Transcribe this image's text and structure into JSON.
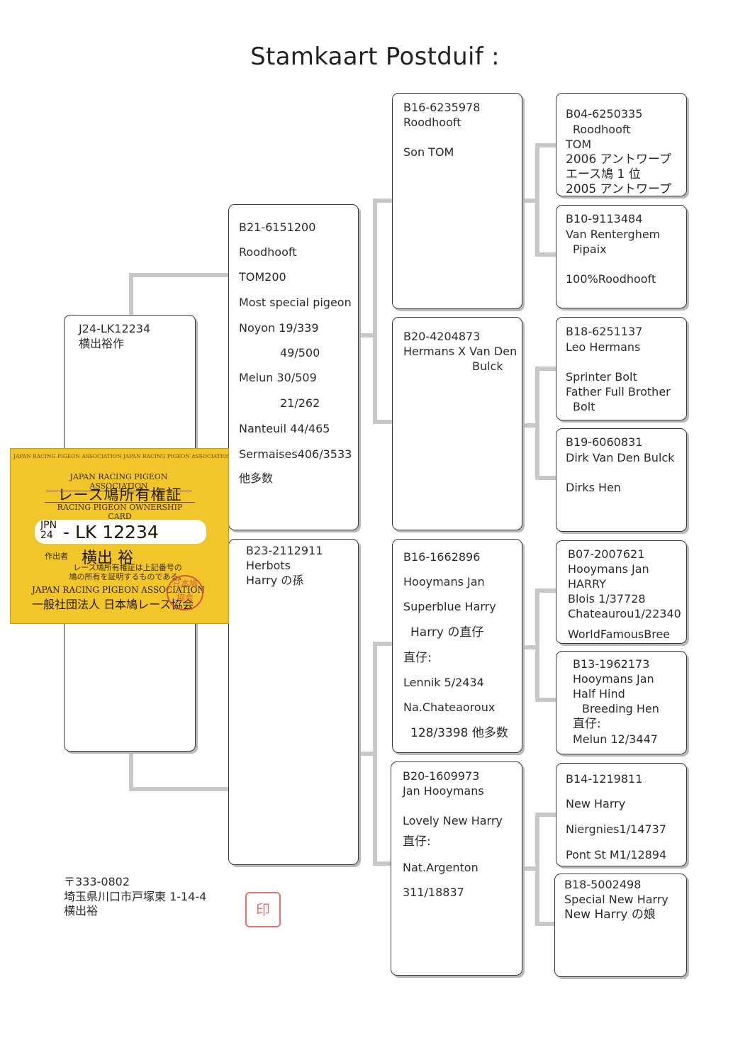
{
  "title": "Stamkaart Postduif :",
  "pigeon": {
    "lines": [
      "J24-LK12234",
      "横出裕作"
    ]
  },
  "sire": {
    "lines": [
      "B21-6151200",
      "Roodhooft",
      "TOM200",
      "Most special pigeon",
      "Noyon 19/339",
      "49/500",
      "Melun 30/509",
      "21/262",
      "Nanteuil 44/465",
      "Sermaises406/3533",
      "他多数"
    ]
  },
  "dam": {
    "lines": [
      "B23-2112911",
      "Herbots",
      "Harry の孫"
    ]
  },
  "ss": {
    "lines": [
      "B16-6235978",
      "Roodhooft",
      "Son TOM"
    ]
  },
  "sd": {
    "lines": [
      "B20-4204873",
      "Hermans X Van Den",
      "Bulck"
    ]
  },
  "ds": {
    "lines": [
      "B16-1662896",
      "Hooymans Jan",
      "Superblue Harry",
      "Harry の直仔",
      "直仔:",
      "Lennik 5/2434",
      "Na.Chateaoroux",
      "128/3398 他多数"
    ]
  },
  "dd": {
    "lines": [
      "B20-1609973",
      "Jan Hooymans",
      "Lovely New Harry",
      "直仔:",
      "Nat.Argenton",
      "311/18837"
    ]
  },
  "sss": {
    "lines": [
      "B04-6250335",
      "Roodhooft",
      "TOM",
      "2006 アントワープ",
      "エース鳩 1 位",
      "2005 アントワープ"
    ]
  },
  "ssd": {
    "lines": [
      "B10-9113484",
      "Van Renterghem",
      "Pipaix",
      "100%Roodhooft"
    ]
  },
  "sds": {
    "lines": [
      "B18-6251137",
      "Leo Hermans",
      "Sprinter Bolt",
      "Father Full Brother",
      "Bolt"
    ]
  },
  "sdd": {
    "lines": [
      "B19-6060831",
      "Dirk Van Den Bulck",
      "Dirks Hen"
    ]
  },
  "dss": {
    "lines": [
      "B07-2007621",
      "Hooymans Jan",
      "HARRY",
      "Blois 1/37728",
      "Chateaurou1/22340",
      "WorldFamousBree"
    ]
  },
  "dsd": {
    "lines": [
      "B13-1962173",
      "Hooymans Jan",
      "Half Hind",
      "Breeding Hen",
      "直仔:",
      "Melun 12/3447"
    ]
  },
  "dds": {
    "lines": [
      "B14-1219811",
      "New Harry",
      "Niergnies1/14737",
      "Pont St M1/12894"
    ]
  },
  "ddd": {
    "lines": [
      "B18-5002498",
      "Special New Harry",
      "New Harry の娘"
    ]
  },
  "address": {
    "postal": "〒333-0802",
    "street": "埼玉県川口市戸塚東 1-14-4",
    "name": "横出裕"
  },
  "card": {
    "rim_text": "JAPAN RACING PIGEON ASSOCIATION JAPAN RACING PIGEON ASSOCIATION",
    "org_en": "JAPAN RACING PIGEON ASSOCIATION",
    "title_jp": "レース鳩所有権証",
    "title_en": "RACING PIGEON OWNERSHIP CARD",
    "country": "JPN",
    "year": "24",
    "ring": "- LK  12234",
    "owner_label": "作出者",
    "owner": "横出 裕",
    "note_1": "レース鳩所有権証は上記番号の",
    "note_2": "鳩の所有を証明するものである。",
    "assoc_en": "JAPAN RACING PIGEON ASSOCIATION",
    "assoc_jp": "一般社団法人 日本鳩レース協会"
  }
}
